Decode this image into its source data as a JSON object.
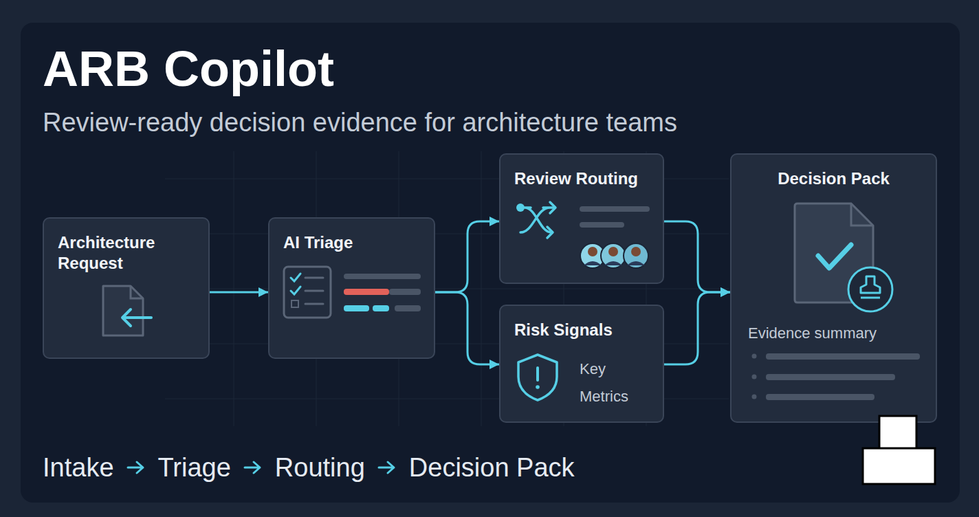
{
  "diagram": {
    "title": "ARB Copilot",
    "caption": "Review-ready decision evidence for architecture teams",
    "nodes": [
      {
        "text": [
          "Architecture Request"
        ]
      },
      {
        "text": [
          "AI Triage"
        ]
      },
      {
        "text": [
          "Review Routing"
        ]
      },
      {
        "text": [
          "Risk Signals",
          "Key Metrics"
        ]
      },
      {
        "text": [
          "Decision Pack",
          "Evidence summary"
        ]
      }
    ],
    "edges": [
      {
        "from": 0,
        "to": 1,
        "arrow": "to"
      },
      {
        "from": 1,
        "to": 2,
        "arrow": "to"
      },
      {
        "from": 1,
        "to": 3,
        "arrow": "to"
      },
      {
        "from": 2,
        "to": 4,
        "arrow": "to"
      },
      {
        "from": 3,
        "to": 4,
        "arrow": "to"
      }
    ],
    "labels": [
      "Intake",
      "Triage",
      "Routing",
      "Decision Pack"
    ]
  }
}
